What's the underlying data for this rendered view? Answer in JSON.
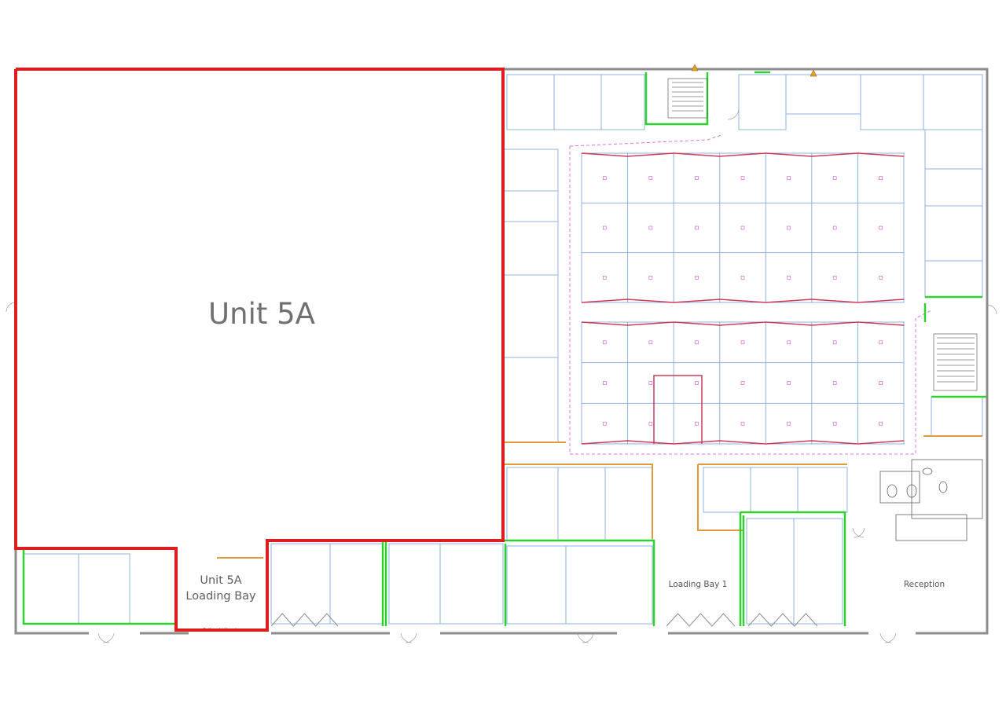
{
  "plan": {
    "unit_label": "Unit 5A",
    "loading_bay_label_line1": "Unit 5A",
    "loading_bay_label_line2": "Loading Bay",
    "loading_bay_1_label": "Loading Bay 1",
    "reception_label": "Reception",
    "roller_door_note": "Roller shutter door"
  },
  "colors": {
    "wall": "#8c8c8c",
    "unit_outline": "#e01d1d",
    "green_partition": "#2fd12f",
    "orange_partition": "#e09a3a",
    "red_wall": "#cf3a5a",
    "blue_partition": "#8fb3dc",
    "magenta_route": "#e070e0"
  },
  "icons": [
    "staircase-icon",
    "door-swing-icon",
    "warning-triangle-icon",
    "light-fixture-icon",
    "toilet-icon",
    "sink-icon"
  ]
}
